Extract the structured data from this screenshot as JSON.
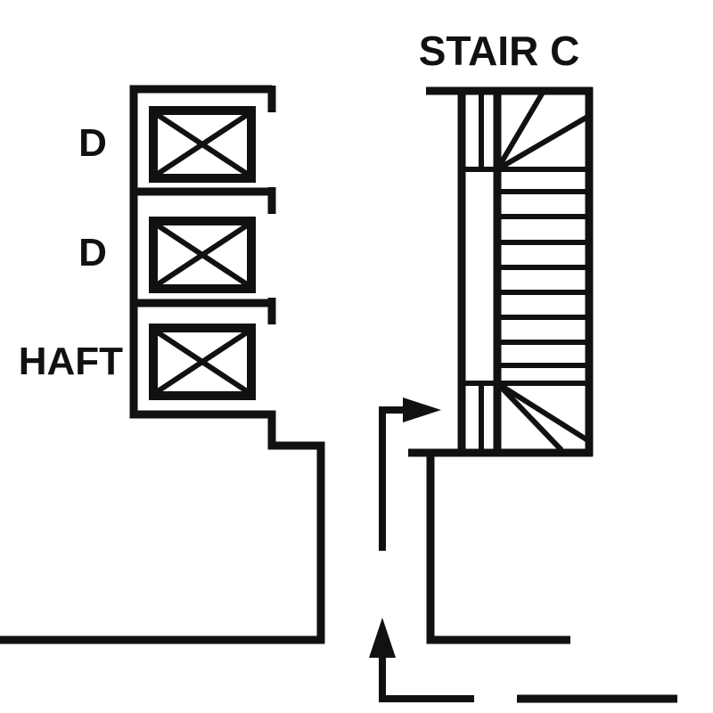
{
  "labels": {
    "stair": "STAIR C",
    "elevator_1": "D",
    "elevator_2": "D",
    "shaft": "HAFT"
  },
  "colors": {
    "ink": "#111111",
    "background": "#ffffff"
  }
}
